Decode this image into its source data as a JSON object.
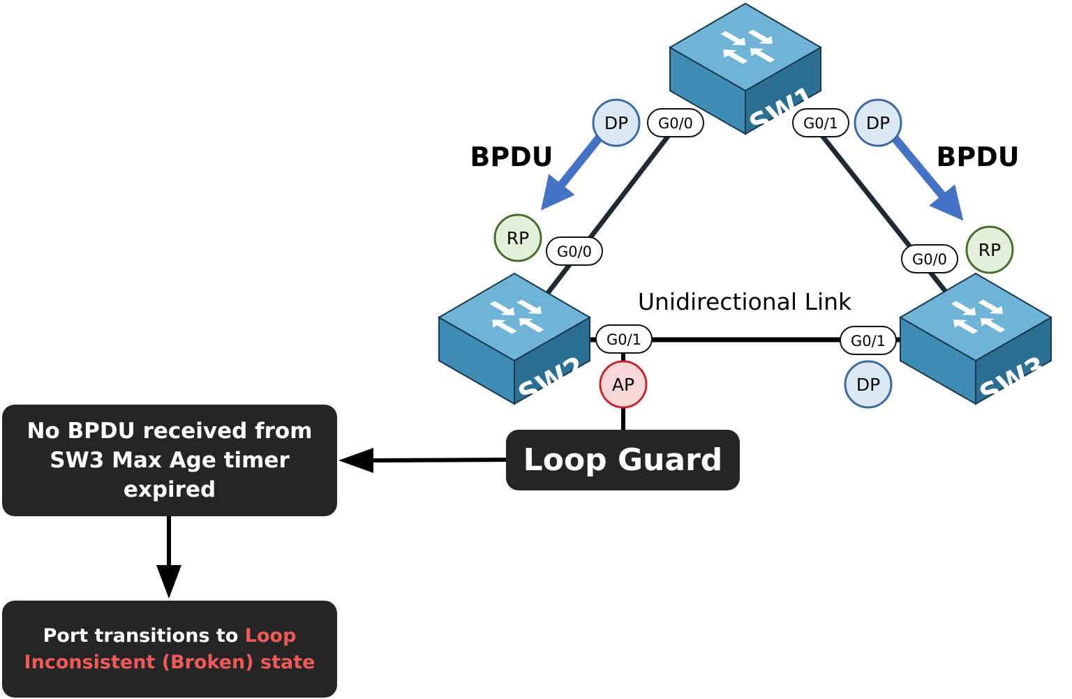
{
  "colors": {
    "switch_top": "#6fb3d6",
    "switch_left": "#3f8cb5",
    "switch_right": "#2d6f93",
    "link": "#1f2a33",
    "bpdu_arrow": "#4472c4",
    "dp_fill": "#dce8f5",
    "dp_stroke": "#3c6a9c",
    "rp_fill": "#e2efd9",
    "rp_stroke": "#4a6b30",
    "ap_fill": "#f8d7d7",
    "ap_stroke": "#c0282d",
    "box": "#252525",
    "highlight": "#f25a5a"
  },
  "switches": [
    {
      "label": "SW1"
    },
    {
      "label": "SW2"
    },
    {
      "label": "SW3"
    }
  ],
  "ports": {
    "sw1_g00": "G0/0",
    "sw1_g01": "G0/1",
    "sw2_g00": "G0/0",
    "sw2_g01": "G0/1",
    "sw3_g00": "G0/0",
    "sw3_g01": "G0/1"
  },
  "roles": {
    "sw1_left": "DP",
    "sw1_right": "DP",
    "sw2_root": "RP",
    "sw3_root": "RP",
    "sw2_alt": "AP",
    "sw3_desig": "DP"
  },
  "bpdu_left": "BPDU",
  "bpdu_right": "BPDU",
  "link_label": "Unidirectional Link",
  "loop_guard": "Loop Guard",
  "no_bpdu_box": "No BPDU received from SW3 Max Age timer expired",
  "result_box": {
    "text_white": "Port transitions to ",
    "text_red": "Loop Inconsistent (Broken) state"
  }
}
